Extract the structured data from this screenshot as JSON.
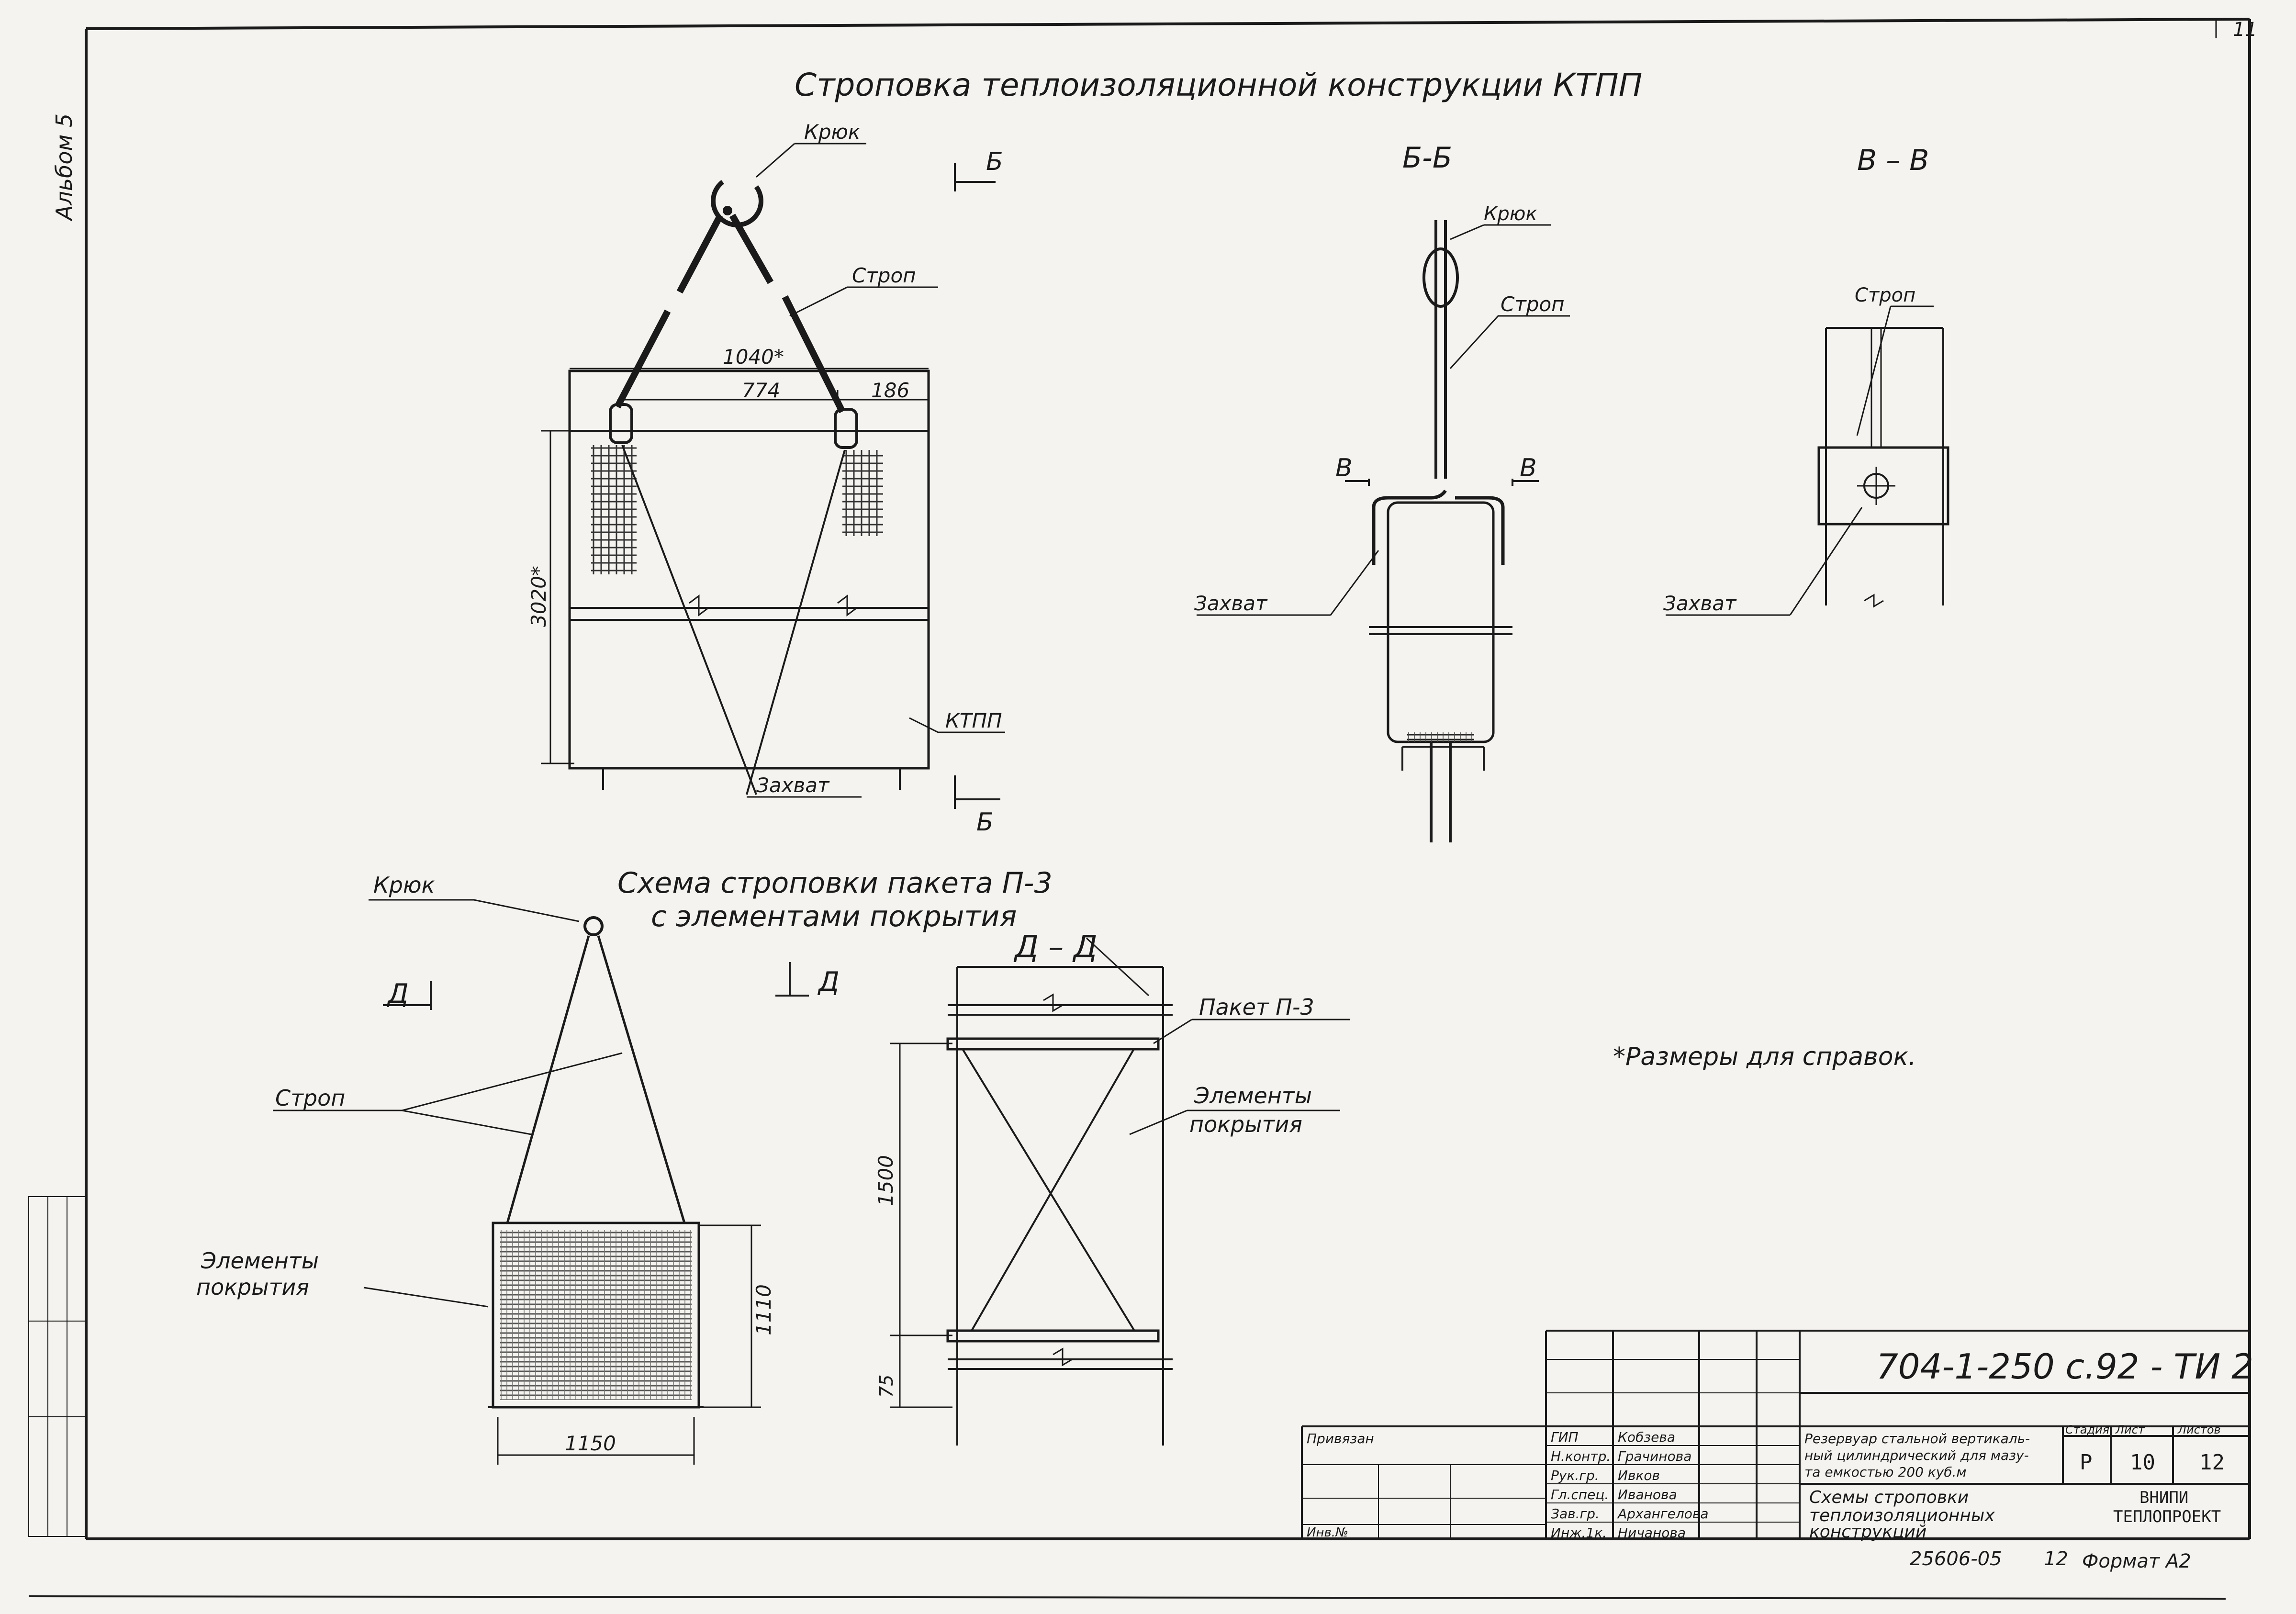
{
  "sheet": {
    "page_number": "11",
    "album_label": "Альбом 5",
    "ref_note": "*Размеры для справок."
  },
  "drawing1": {
    "title": "Строповка теплоизоляционной конструкции КТПП",
    "hook": "Крюк",
    "sling": "Строп",
    "grip": "Захват",
    "ktpp": "КТПП",
    "dim_width": "1040*",
    "dim_inner": "774",
    "dim_side": "186",
    "dim_height": "3020*",
    "section_mark": "Б"
  },
  "section_bb": {
    "title": "Б-Б",
    "hook": "Крюк",
    "sling": "Строп",
    "grip": "Захват",
    "section_mark": "В"
  },
  "section_vv": {
    "title": "В – В",
    "sling": "Строп",
    "grip": "Захват"
  },
  "drawing2": {
    "title_line1": "Схема строповки пакета П-3",
    "title_line2": "с элементами покрытия",
    "hook": "Крюк",
    "sling": "Строп",
    "elements_line1": "Элементы",
    "elements_line2": "покрытия",
    "dim_height": "1110",
    "dim_width": "1150",
    "section_mark": "Д"
  },
  "section_dd": {
    "title": "Д – Д",
    "package": "Пакет П-3",
    "elements_line1": "Элементы",
    "elements_line2": "покрытия",
    "dim_height": "1500",
    "dim_bottom": "75"
  },
  "title_block": {
    "doc_code": "704-1-250 с.92 - ТИ 2",
    "approved": "Привязан",
    "inv": "Инв.№",
    "roles": [
      "ГИП",
      "Н.контр.",
      "Рук.гр.",
      "Гл.спец.",
      "Зав.гр.",
      "Инж.1к."
    ],
    "names": [
      "Кобзева",
      "Грачинова",
      "Ивков",
      "Иванова",
      "Архангелова",
      "Ничанова"
    ],
    "object_text": [
      "Резервуар стальной вертикаль-",
      "ный цилиндрический для мазу-",
      "та емкостью 200 куб.м"
    ],
    "sheet_title": [
      "Схемы строповки",
      "теплоизоляционных",
      "конструкций"
    ],
    "stage_header": "Стадия",
    "sheet_header": "Лист",
    "sheets_header": "Листов",
    "stage": "Р",
    "sheet": "10",
    "sheets": "12",
    "org_line1": "ВНИПИ",
    "org_line2": "ТЕПЛОПРОЕКТ",
    "archive_no": "25606-05",
    "copy_no": "12",
    "format": "Формат А2"
  }
}
